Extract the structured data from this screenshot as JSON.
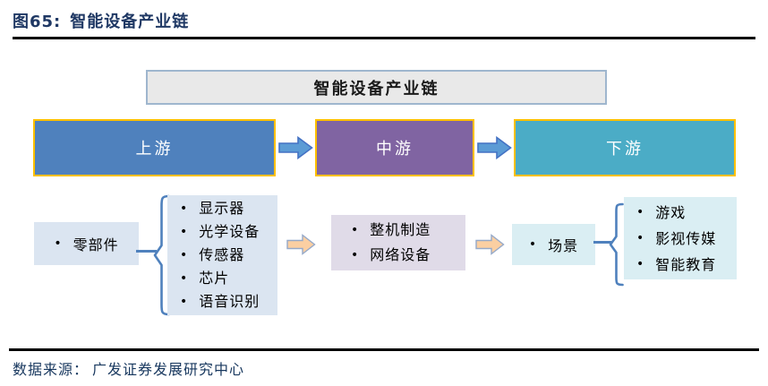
{
  "figure": {
    "label": "图65:",
    "title": "智能设备产业链"
  },
  "diagram": {
    "header": "智能设备产业链",
    "stages": [
      {
        "label": "上游",
        "color": "#4F81BD"
      },
      {
        "label": "中游",
        "color": "#8064A2"
      },
      {
        "label": "下游",
        "color": "#4BACC6"
      }
    ],
    "upstream_detail": {
      "node": "零部件",
      "items": [
        "显示器",
        "光学设备",
        "传感器",
        "芯片",
        "语音识别"
      ]
    },
    "midstream_detail": {
      "items": [
        "整机制造",
        "网络设备"
      ]
    },
    "downstream_detail": {
      "node": "场景",
      "items": [
        "游戏",
        "影视传媒",
        "智能教育"
      ]
    }
  },
  "glyphs": {
    "bullet": "•"
  },
  "colors": {
    "title_text": "#1F3864",
    "stage_border": "#FFC000",
    "header_fill": "#E9E9E9",
    "header_border": "#9FB6CE",
    "upstream_fill": "#4F81BD",
    "midstream_fill": "#8064A2",
    "downstream_fill": "#4BACC6",
    "light_blue_fill": "#DBE5F1",
    "lavender_fill": "#E0DBE8",
    "light_cyan_fill": "#DAEEF3",
    "blue_arrow_fill": "#5B9BD5",
    "blue_arrow_border": "#4472C4",
    "orange_arrow_fill": "#FBCFA2",
    "orange_arrow_border": "#95A9C9",
    "brace_stroke": "#4F81BD",
    "source_text": "#17375E"
  },
  "footer": {
    "source_label": "数据来源：",
    "source_text": "广发证券发展研究中心"
  }
}
